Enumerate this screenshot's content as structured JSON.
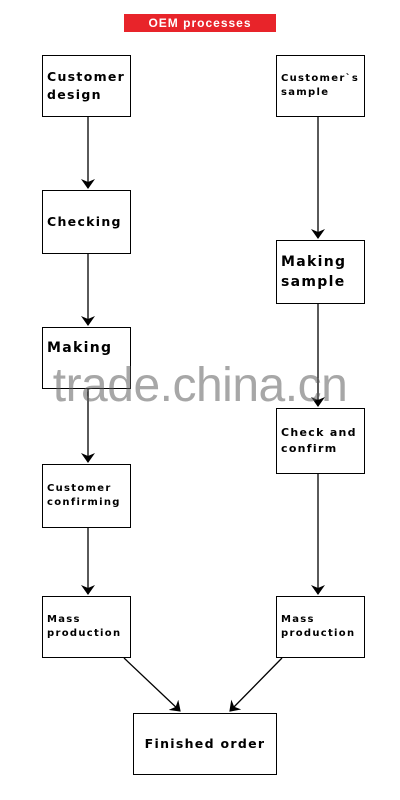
{
  "title": "OEM processes",
  "colors": {
    "banner": "#e8242a",
    "banner_text": "#ffffff",
    "line": "#000000",
    "box_border": "#000000"
  },
  "nodes": {
    "customer_design": "Customer\ndesign",
    "checking": "Checking",
    "making": "Making",
    "customer_confirming": "Customer\nconfirming",
    "mass_production_left": "Mass\nproduction",
    "customers_sample": "Customer`s\nsample",
    "making_sample": "Making\nsample",
    "check_and_confirm": "Check and\nconfirm",
    "mass_production_right": "Mass\nproduction",
    "finished_order": "Finished order"
  },
  "watermark": "trade.china.cn"
}
